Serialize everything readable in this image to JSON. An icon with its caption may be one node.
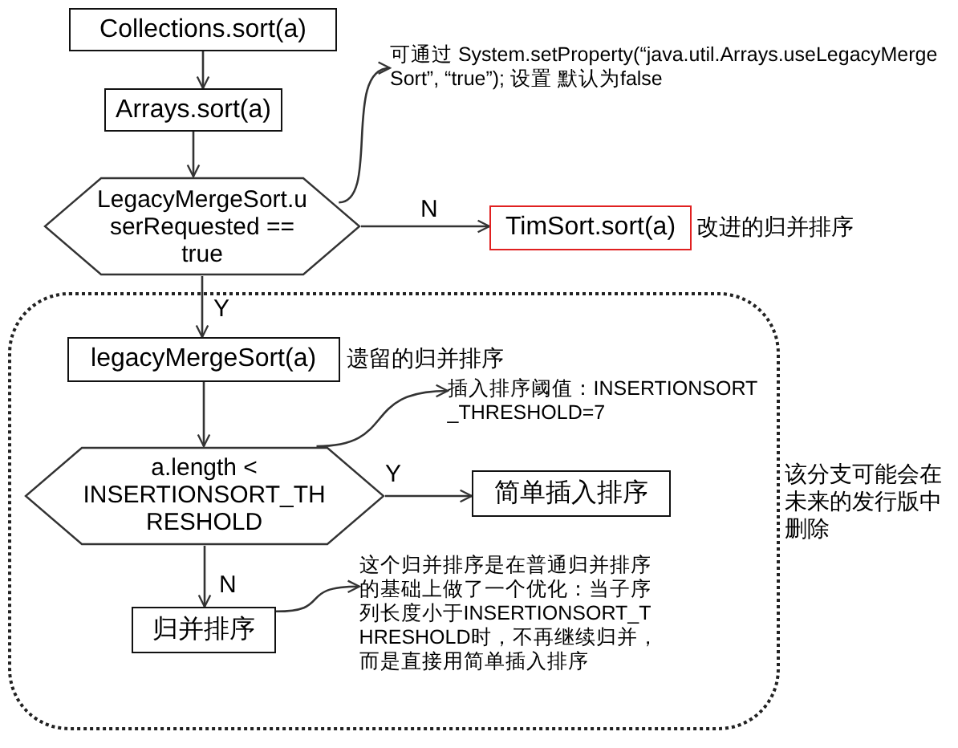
{
  "diagram": {
    "nodes": [
      {
        "text": [
          "Collections.sort(a)"
        ]
      },
      {
        "text": [
          "Arrays.sort(a)"
        ]
      },
      {
        "text": [
          "LegacyMergeSort.userRequested == true"
        ]
      },
      {
        "text": [
          "TimSort.sort(a)"
        ],
        "beside": [
          "改进的归并排序"
        ]
      },
      {
        "text": [],
        "shape": "box",
        "beside": [
          "该分支可能会在未来的发行版中删除"
        ]
      },
      {
        "text": [
          "legacyMergeSort(a)"
        ],
        "in": 4,
        "beside": [
          "遗留的归并排序"
        ]
      },
      {
        "text": [
          "a.length < INSERTIONSORT_THRESHOLD"
        ],
        "in": 4
      },
      {
        "text": [
          "简单插入排序"
        ],
        "in": 4
      },
      {
        "text": [
          "归并排序"
        ],
        "in": 4
      },
      {
        "text": [
          "可通过 System.setProperty(“java.util.Arrays.useLegacyMergeSort”, “true”); 设置 默认为false"
        ]
      },
      {
        "text": [
          "插入排序阈值：INSERTIONSORT_THRESHOLD=7"
        ],
        "in": 4
      },
      {
        "text": [
          "这个归并排序是在普通归并排序的基础上做了一个优化：当子序列长度小于INSERTIONSORT_THRESHOLD时，不再继续归并，而是直接用简单插入排序"
        ],
        "in": 4
      }
    ],
    "edges": [
      {
        "from": 0,
        "to": 1,
        "arrow": "to"
      },
      {
        "from": 1,
        "to": 2,
        "arrow": "to"
      },
      {
        "from": 2,
        "to": 3,
        "arrow": "to",
        "label": "N"
      },
      {
        "from": 2,
        "to": 5,
        "arrow": "to",
        "label": "Y"
      },
      {
        "from": 5,
        "to": 6,
        "arrow": "to"
      },
      {
        "from": 6,
        "to": 7,
        "arrow": "to",
        "label": "Y"
      },
      {
        "from": 6,
        "to": 8,
        "arrow": "to",
        "label": "N"
      },
      {
        "from": 2,
        "to": 9,
        "arrow": "to"
      },
      {
        "from": 6,
        "to": 10,
        "arrow": "to"
      },
      {
        "from": 8,
        "to": 11,
        "arrow": "to"
      }
    ]
  }
}
